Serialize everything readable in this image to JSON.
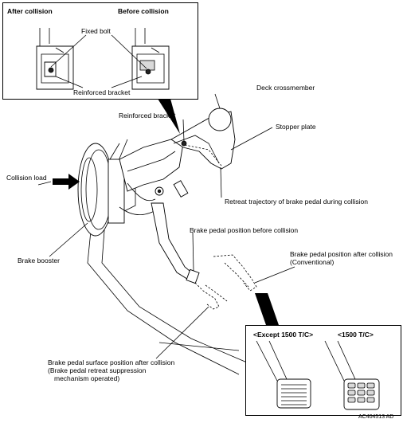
{
  "top_box": {
    "after_title": "After collision",
    "before_title": "Before collision",
    "fixed_bolt": "Fixed bolt",
    "reinforced_bracket": "Reinforced bracket"
  },
  "labels": {
    "deck_crossmember": "Deck crossmember",
    "reinforced_bracket": "Reinforced bracket",
    "stopper_plate": "Stopper plate",
    "collision_load": "Collision load",
    "retreat_trajectory": "Retreat trajectory of brake pedal during collision",
    "pedal_before": "Brake pedal position before collision",
    "pedal_after_line1": "Brake pedal position after collision",
    "pedal_after_line2": "(Conventional)",
    "brake_booster": "Brake booster",
    "surface_line1": "Brake pedal surface position after collision",
    "surface_line2": "(Brake pedal retreat suppression",
    "surface_line3": "mechanism operated)"
  },
  "inset": {
    "except_title": "<Except 1500 T/C>",
    "t1500_title": "<1500 T/C>"
  },
  "figure_code": "AC404513 AD"
}
